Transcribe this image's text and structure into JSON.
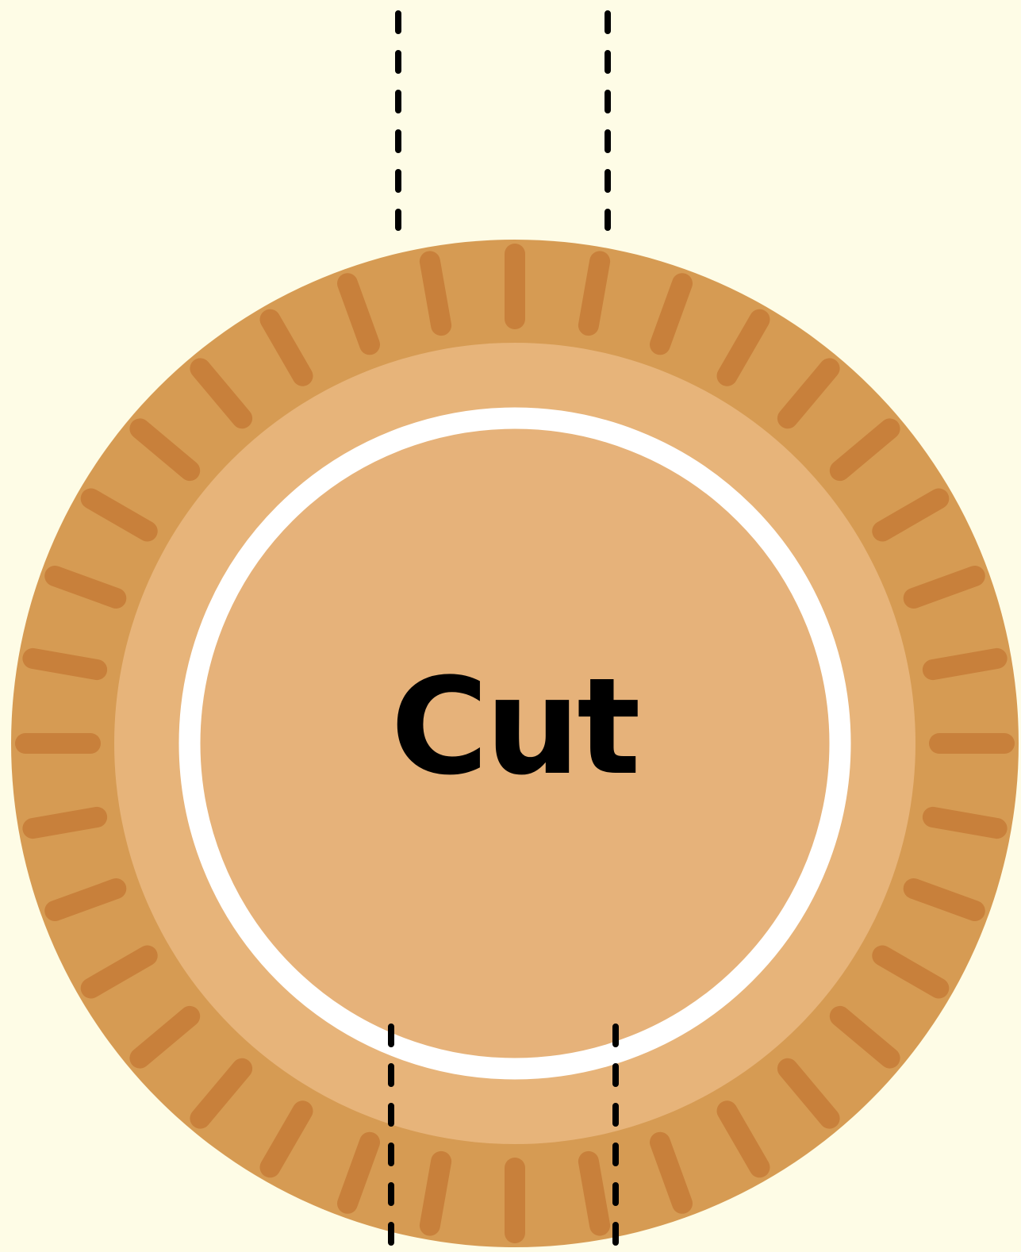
{
  "colors": {
    "background": "#fefce6",
    "crust_outer": "#d69b53",
    "crust_inner": "#e7b47a",
    "filling": "#e6b27a",
    "crimp_marks": "#c8803b",
    "ring": "#ffffff",
    "cut_line": "#000000",
    "label": "#000000"
  },
  "label": {
    "text": "Cut"
  },
  "crust": {
    "crimp_mark_count": 36
  },
  "cut_guides": {
    "style": "dashed",
    "top_pair_count": 2,
    "bottom_pair_count": 2
  }
}
